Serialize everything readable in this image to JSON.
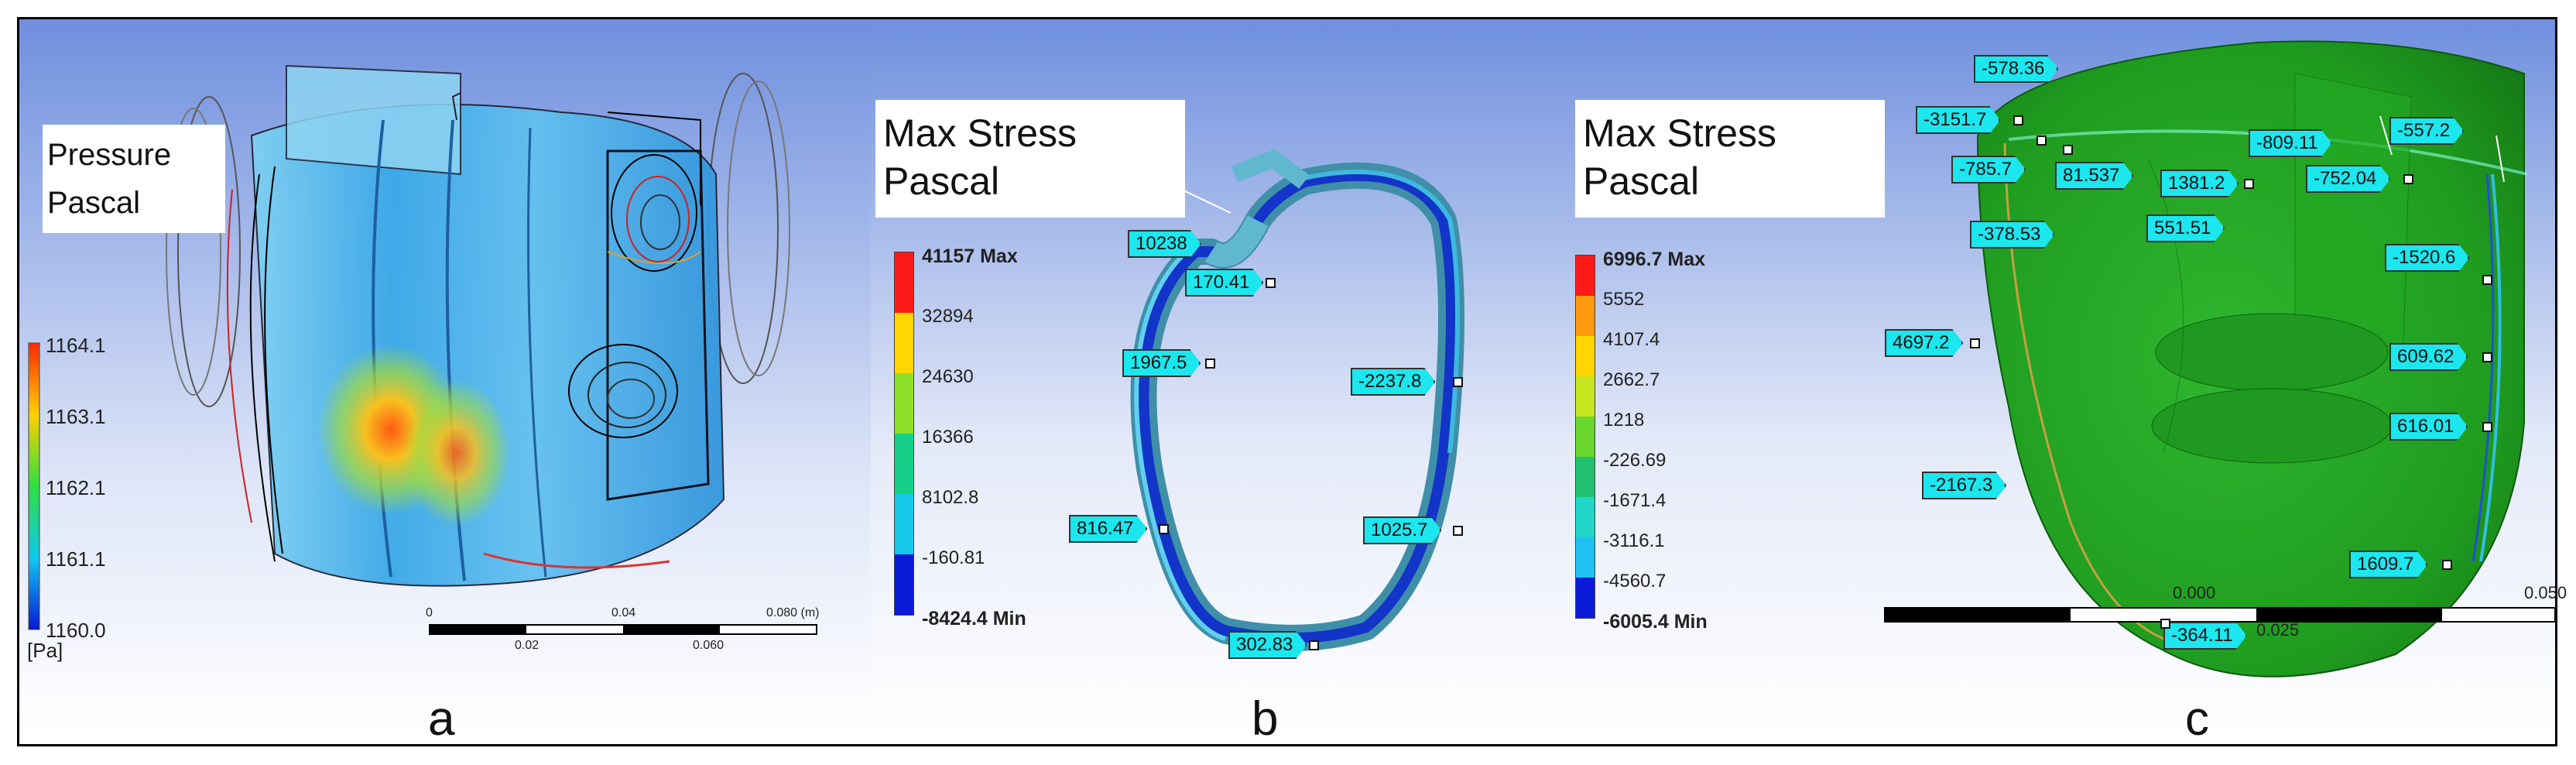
{
  "panel_a": {
    "title_line1": "Pressure",
    "title_line2": "Pascal",
    "colorbar": [
      "1164.1",
      "1163.1",
      "1162.1",
      "1161.1",
      "1160.0"
    ],
    "unit": "[Pa]",
    "scale_top": [
      "0",
      "0.04",
      "0.080 (m)"
    ],
    "scale_bottom": [
      "0.02",
      "0.060"
    ],
    "letter": "a"
  },
  "panel_b": {
    "title_line1": "Max Stress",
    "title_line2": "Pascal",
    "colorbar": [
      "41157 Max",
      "32894",
      "24630",
      "16366",
      "8102.8",
      "-160.81",
      "-8424.4 Min"
    ],
    "probes": [
      "10238",
      "170.41",
      "1967.5",
      "-2237.8",
      "816.47",
      "1025.7",
      "302.83"
    ],
    "letter": "b"
  },
  "panel_c": {
    "title_line1": "Max Stress",
    "title_line2": "Pascal",
    "colorbar": [
      "6996.7 Max",
      "5552",
      "4107.4",
      "2662.7",
      "1218",
      "-226.69",
      "-1671.4",
      "-3116.1",
      "-4560.7",
      "-6005.4 Min"
    ],
    "probes": [
      "-578.36",
      "-3151.7",
      "-785.7",
      "81.537",
      "-809.11",
      "1381.2",
      "-752.04",
      "-557.2",
      "-378.53",
      "551.51",
      "-1520.6",
      "4697.2",
      "609.62",
      "616.01",
      "-2167.3",
      "1609.7",
      "-364.11"
    ],
    "scale_top": [
      "0.000",
      "0.050"
    ],
    "scale_bottom": [
      "0.025"
    ],
    "letter": "c"
  },
  "colors": {
    "bg_top": "#6f8fde",
    "bg_bottom": "#ffffff",
    "probe_fill": "#1ce6ee",
    "shell_green": "#1fa31f"
  }
}
